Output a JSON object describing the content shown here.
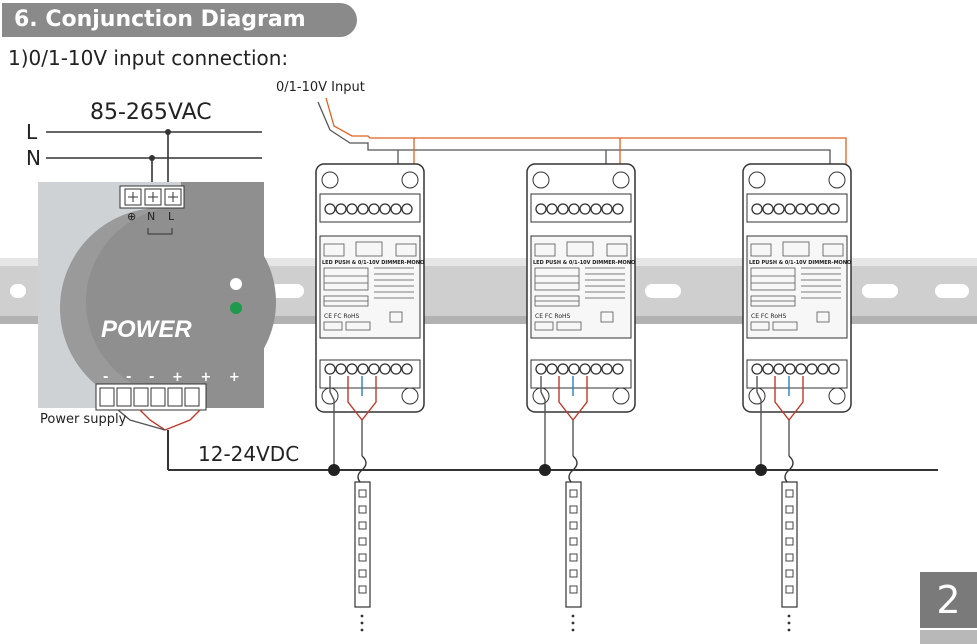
{
  "section_title": "6. Conjunction Diagram",
  "subtitle": "1)0/1-10V input connection:",
  "labels": {
    "input": "0/1-10V Input",
    "ac": "85-265VAC",
    "L": "L",
    "N": "N",
    "dc": "12-24VDC",
    "power_supply": "Power supply",
    "power": "POWER"
  },
  "psu_terminals": {
    "earth": "⊕",
    "n": "N",
    "l": "L"
  },
  "psu_outputs": [
    "-",
    "-",
    "-",
    "+",
    "+",
    "+"
  ],
  "dimmer_text": "LED PUSH & 0/1-10V DIMMER-MONO",
  "dimmer_cert": "CE FC RoHS",
  "page_number": "2",
  "colors": {
    "live": "#c0392b",
    "signal": "#e06020",
    "strip_blue": "#2a7fc0",
    "rail": "#c8c8c8"
  }
}
